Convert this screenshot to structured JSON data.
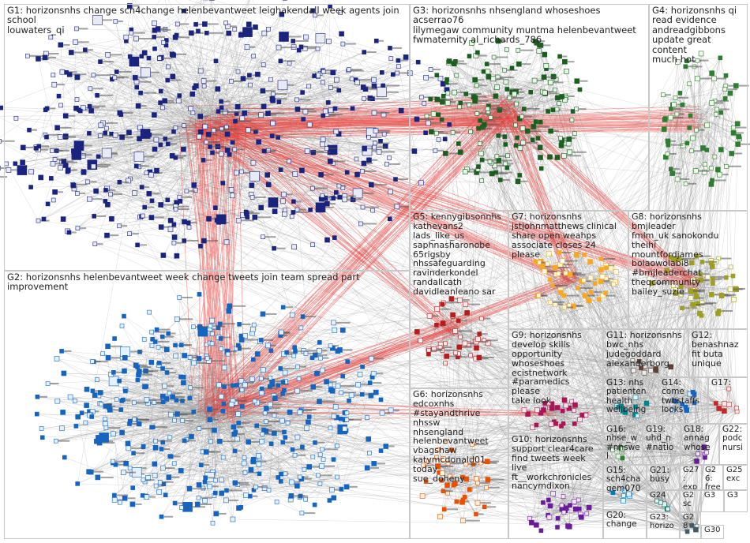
{
  "groups": [
    {
      "id": "G1",
      "label_lines": [
        "G1: horizonsnhs change sch4change helenbevantweet leighakendall week agents join school",
        "louwaters_qi"
      ]
    },
    {
      "id": "G2",
      "label_lines": [
        "G2: horizonsnhs helenbevantweet week change tweets join team spread part improvement"
      ]
    },
    {
      "id": "G3",
      "label_lines": [
        "G3: horizonsnhs nhsengland whoseshoes acserrao76",
        "lilymegaw community muntma helenbevantweet",
        "fwmaternity al_richards_786"
      ]
    },
    {
      "id": "G4",
      "label_lines": [
        "G4: horizonsnhs qi",
        "read evidence",
        "andreadgibbons",
        "update great content",
        "much hot"
      ]
    },
    {
      "id": "G5",
      "label_lines": [
        "G5: kennygibsonnhs",
        "kathevans2",
        "lads_like_us",
        "saphnasharonobe",
        "65rigsby",
        "nhssafeguarding",
        "ravinderkondel",
        "randallcath",
        "davidleanleano sar"
      ]
    },
    {
      "id": "G6",
      "label_lines": [
        "G6: horizonsnhs",
        "edcoxnhs",
        "#stayandthrive nhssw",
        "nhsengland",
        "helenbevantweet",
        "vbagshaw",
        "katymcdonald01 today",
        "sue_doheny"
      ]
    },
    {
      "id": "G7",
      "label_lines": [
        "G7: horizonsnhs",
        "jstjohnmatthews clinical",
        "share open weahps",
        "associate closes 24 please"
      ]
    },
    {
      "id": "G8",
      "label_lines": [
        "G8: horizonsnhs bmjleader",
        "fmlm_uk sanokondu theihi",
        "mountfordjames",
        "bolaowolabi8",
        "#bmjleaderchat",
        "theqcommunity",
        "bailey_suzie"
      ]
    },
    {
      "id": "G9",
      "label_lines": [
        "G9: horizonsnhs",
        "develop skills",
        "opportunity",
        "whoseshoes",
        "ecistnetwork",
        "#paramedics please",
        "take look"
      ]
    },
    {
      "id": "G10",
      "label_lines": [
        "G10: horizonsnhs",
        "support clear4care",
        "find tweets week live",
        "ft__workchronicles",
        "nancymdixon"
      ]
    },
    {
      "id": "G11",
      "label_lines": [
        "G11: horizonsnhs",
        "bwc_nhs",
        "judegoddard",
        "alexanderborg"
      ]
    },
    {
      "id": "G12",
      "label_lines": [
        "G12:",
        "benashnaz",
        "fit buta",
        "unique"
      ]
    },
    {
      "id": "G13",
      "label_lines": [
        "G13: nhs",
        "patienten",
        "health",
        "wellbeing"
      ]
    },
    {
      "id": "G14",
      "label_lines": [
        "G14:",
        "come",
        "twbstaffs",
        "looks"
      ]
    },
    {
      "id": "G15",
      "label_lines": [
        "G15:",
        "sch4cha",
        "gem070"
      ]
    },
    {
      "id": "G16",
      "label_lines": [
        "G16:",
        "nhse_w",
        "#nhswel"
      ]
    },
    {
      "id": "G17",
      "label_lines": [
        "G17:"
      ]
    },
    {
      "id": "G18",
      "label_lines": [
        "G18:",
        "annag",
        "whose"
      ]
    },
    {
      "id": "G19",
      "label_lines": [
        "G19:",
        "uhd_n",
        "#natio"
      ]
    },
    {
      "id": "G20",
      "label_lines": [
        "G20:",
        "change"
      ]
    },
    {
      "id": "G21",
      "label_lines": [
        "G21:",
        "busy"
      ]
    },
    {
      "id": "G22",
      "label_lines": [
        "G22:",
        "podc",
        "nursi"
      ]
    },
    {
      "id": "G23",
      "label_lines": [
        "G23:",
        "horizo"
      ]
    },
    {
      "id": "G24",
      "label_lines": [
        "G24"
      ]
    },
    {
      "id": "G25",
      "label_lines": [
        "G25",
        "exc"
      ]
    },
    {
      "id": "G26",
      "label_lines": [
        "G26:",
        "free"
      ]
    },
    {
      "id": "G27",
      "label_lines": [
        "G27:",
        "exp"
      ]
    },
    {
      "id": "G28",
      "label_lines": [
        "G28"
      ]
    },
    {
      "id": "G29",
      "label_lines": [
        "G2",
        "sc"
      ]
    },
    {
      "id": "G30",
      "label_lines": [
        "G30"
      ]
    },
    {
      "id": "G31",
      "label_lines": [
        "G3"
      ]
    },
    {
      "id": "G32",
      "label_lines": [
        "G3"
      ]
    }
  ],
  "colors": {
    "G1": "#1a237e",
    "G2": "#1e88e5",
    "G3": "#1b5e20",
    "G4": "#2e7d32",
    "G5": "#b71c1c",
    "G6": "#ef6c00",
    "G7": "#f9a825",
    "G8": "#9e9d24",
    "G9": "#ad1457",
    "G10": "#6a1b9a",
    "edge_intra": "#9a9a9a",
    "edge_inter": "#e53935",
    "box_border": "#c8c8c8"
  }
}
